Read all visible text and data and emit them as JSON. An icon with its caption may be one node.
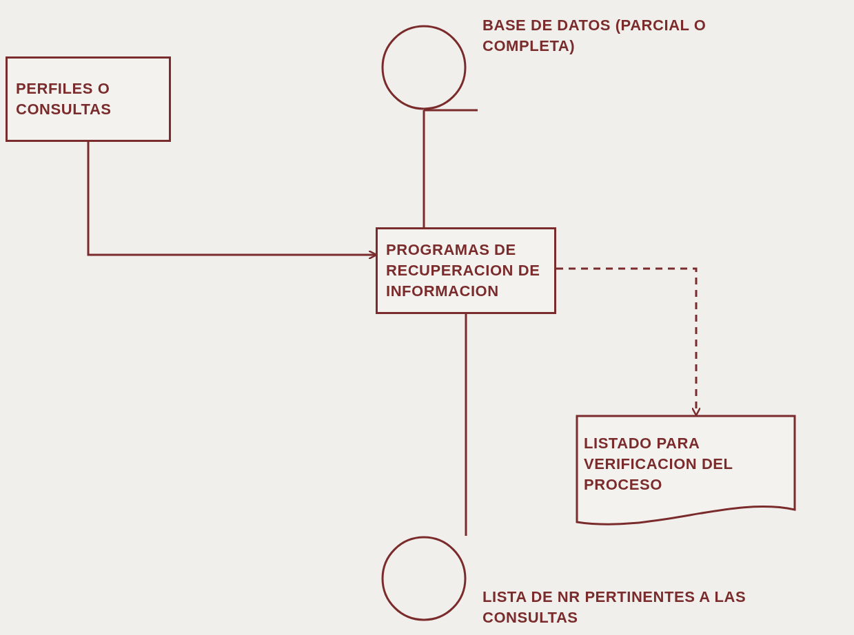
{
  "diagram": {
    "nodes": [
      {
        "text": [
          "PERFILES O CONSULTAS"
        ]
      },
      {
        "text": [],
        "shape": "circle",
        "beside": [
          "BASE DE DATOS (PARCIAL O COMPLETA)"
        ]
      },
      {
        "text": [
          "PROGRAMAS DE RECUPERACION DE INFORMACION"
        ]
      },
      {
        "text": [
          "LISTADO PARA VERIFICACION DEL PROCESO"
        ]
      },
      {
        "text": [],
        "shape": "circle",
        "beside": [
          "LISTA DE NR PERTINENTES A LAS CONSULTAS"
        ]
      }
    ],
    "edges": [
      {
        "from": 0,
        "to": 2,
        "arrow": "to"
      },
      {
        "from": 1,
        "to": 2,
        "arrow": "none"
      },
      {
        "from": 2,
        "to": 3,
        "arrow": "to",
        "style": "dashed"
      },
      {
        "from": 2,
        "to": 4,
        "arrow": "none"
      }
    ]
  }
}
